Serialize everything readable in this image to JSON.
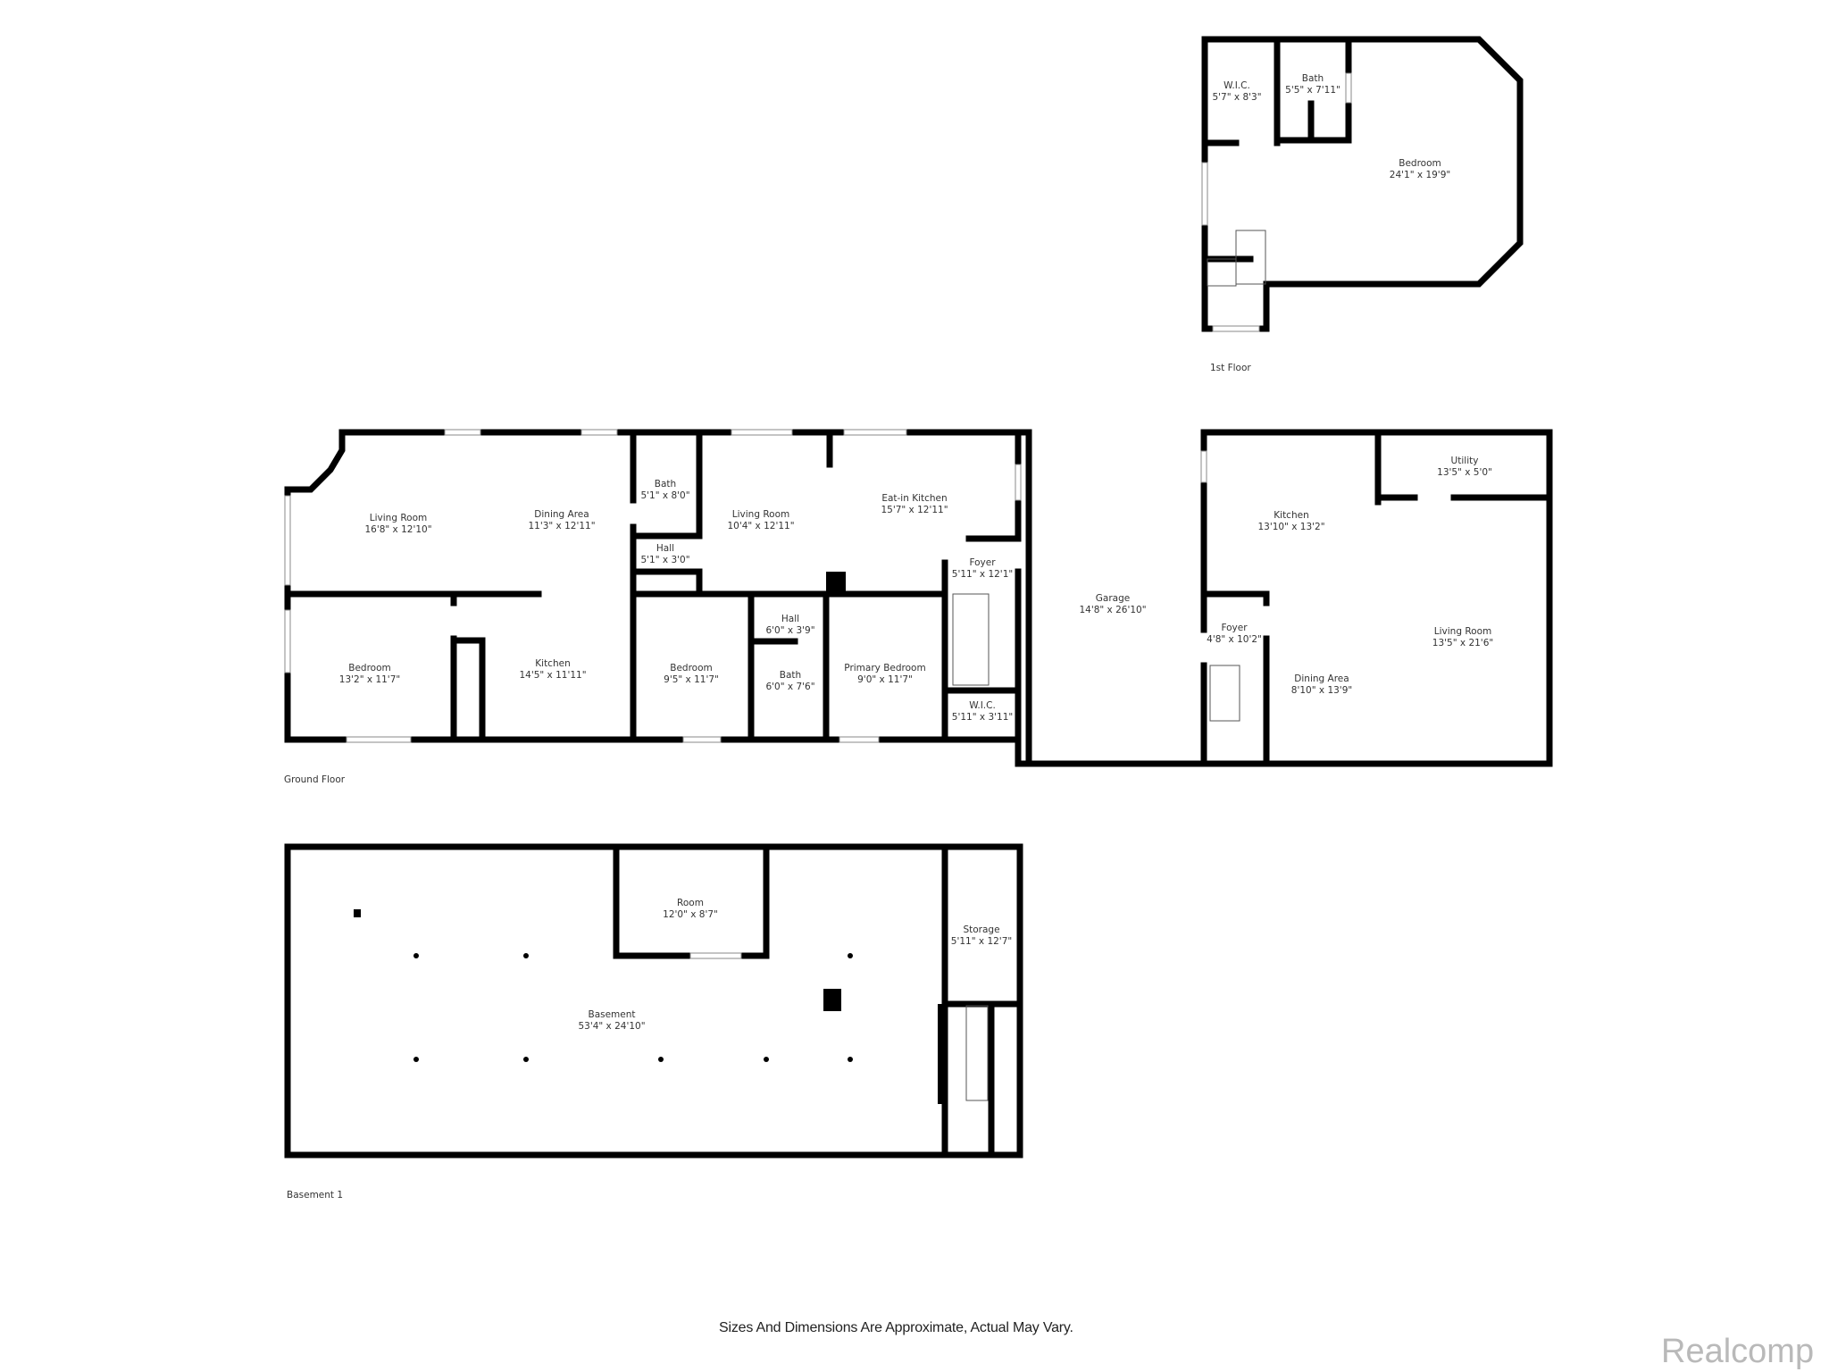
{
  "floors": {
    "first": {
      "label": "1st Floor",
      "rooms": [
        {
          "name": "W.I.C.",
          "dims": "5'7\" x 8'3\""
        },
        {
          "name": "Bath",
          "dims": "5'5\" x 7'11\""
        },
        {
          "name": "Bedroom",
          "dims": "24'1\" x 19'9\""
        }
      ]
    },
    "ground": {
      "label": "Ground Floor",
      "rooms": [
        {
          "name": "Living Room",
          "dims": "16'8\" x 12'10\""
        },
        {
          "name": "Dining Area",
          "dims": "11'3\" x 12'11\""
        },
        {
          "name": "Bath",
          "dims": "5'1\" x 8'0\""
        },
        {
          "name": "Hall",
          "dims": "5'1\" x 3'0\""
        },
        {
          "name": "Living Room",
          "dims": "10'4\" x 12'11\""
        },
        {
          "name": "Eat-in Kitchen",
          "dims": "15'7\" x 12'11\""
        },
        {
          "name": "Foyer",
          "dims": "5'11\" x 12'1\""
        },
        {
          "name": "Bedroom",
          "dims": "13'2\" x 11'7\""
        },
        {
          "name": "Kitchen",
          "dims": "14'5\" x 11'11\""
        },
        {
          "name": "Bedroom",
          "dims": "9'5\" x 11'7\""
        },
        {
          "name": "Hall",
          "dims": "6'0\" x 3'9\""
        },
        {
          "name": "Bath",
          "dims": "6'0\" x 7'6\""
        },
        {
          "name": "Primary Bedroom",
          "dims": "9'0\" x 11'7\""
        },
        {
          "name": "W.I.C.",
          "dims": "5'11\" x 3'11\""
        },
        {
          "name": "Garage",
          "dims": "14'8\" x 26'10\""
        },
        {
          "name": "Kitchen",
          "dims": "13'10\" x 13'2\""
        },
        {
          "name": "Foyer",
          "dims": "4'8\" x 10'2\""
        },
        {
          "name": "Dining Area",
          "dims": "8'10\" x 13'9\""
        },
        {
          "name": "Utility",
          "dims": "13'5\" x 5'0\""
        },
        {
          "name": "Living Room",
          "dims": "13'5\" x 21'6\""
        }
      ]
    },
    "basement": {
      "label": "Basement 1",
      "rooms": [
        {
          "name": "Room",
          "dims": "12'0\" x 8'7\""
        },
        {
          "name": "Storage",
          "dims": "5'11\" x 12'7\""
        },
        {
          "name": "Basement",
          "dims": "53'4\" x 24'10\""
        }
      ]
    }
  },
  "footer": {
    "disclaimer": "Sizes And Dimensions Are Approximate, Actual May Vary.",
    "brand": "Realcomp"
  },
  "colors": {
    "wall": "#000000",
    "text": "#333333",
    "brand": "#b9b9b9"
  }
}
